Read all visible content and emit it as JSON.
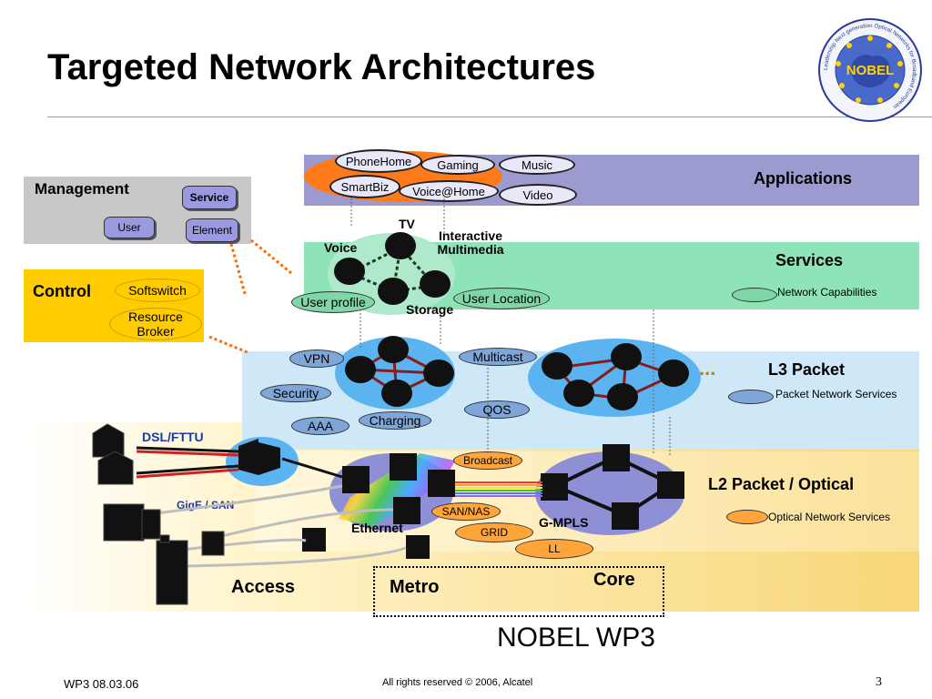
{
  "slide": {
    "title": "Targeted Network Architectures",
    "subtitle": "NOBEL WP3",
    "footer_left": "WP3 08.03.06",
    "footer_center": "All rights reserved © 2006, Alcatel",
    "page_number": "3"
  },
  "logo": {
    "center_text": "NOBEL",
    "ring_text": "Leadership Next generation Optical Networks for Broadband European"
  },
  "management": {
    "title": "Management",
    "items": [
      "Service",
      "User",
      "Element"
    ]
  },
  "control": {
    "title": "Control",
    "items": [
      "Softswitch",
      "Resource Broker"
    ]
  },
  "applications": {
    "title": "Applications",
    "items": [
      "PhoneHome",
      "Gaming",
      "Music",
      "SmartBiz",
      "Voice@Home",
      "Video"
    ]
  },
  "services": {
    "title": "Services",
    "nodes": [
      "TV",
      "Voice",
      "Interactive Multimedia",
      "Storage"
    ],
    "items": [
      "User profile",
      "User Location"
    ],
    "legend": "Network Capabilities"
  },
  "l3": {
    "title": "L3 Packet",
    "items": [
      "VPN",
      "Multicast",
      "Security",
      "QOS",
      "Charging",
      "AAA"
    ],
    "legend": "Packet Network Services",
    "ellipsis": "..."
  },
  "l2": {
    "title": "L2 Packet / Optical",
    "labels": [
      "DSL/FTTU",
      "GigE / SAN",
      "Ethernet",
      "G-MPLS"
    ],
    "items": [
      "Broadcast",
      "SAN/NAS",
      "GRID",
      "LL"
    ],
    "legend": "Optical Network Services"
  },
  "domains": [
    "Access",
    "Metro",
    "Core"
  ],
  "colors": {
    "applications_band": "#9b9bd0",
    "services_band": "#8ee3b8",
    "l3_band": "#cfe8f8",
    "l2_band": "#fbe19a",
    "control_box": "#ffcc00",
    "management_box": "#c8c8c8",
    "orange_ellipse": "#ff7a1a",
    "node_link": "#8b1a1a"
  }
}
